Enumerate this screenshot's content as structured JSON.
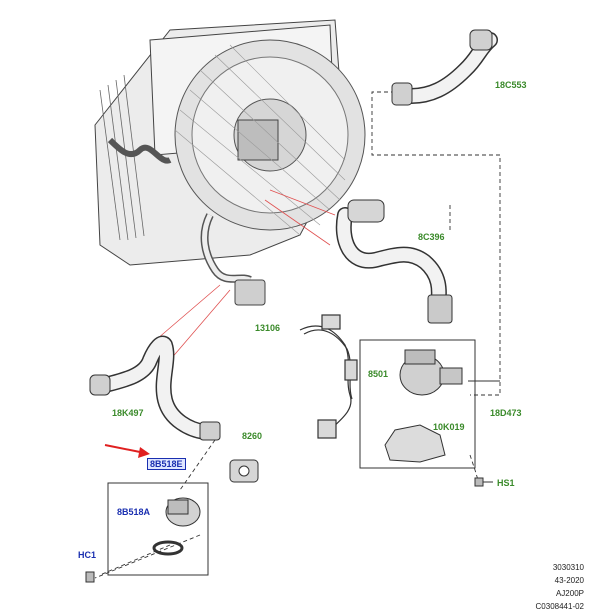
{
  "callouts": {
    "hose_upper": "18C553",
    "hose_mid": "8C396",
    "harness": "13106",
    "pump": "8501",
    "bracket_pump": "18D473",
    "bracket": "10K019",
    "screw_hs": "HS1",
    "hose_lower": "18K497",
    "clip": "8260",
    "assembly_highlight": "8B518E",
    "pump_aux": "8B518A",
    "screw_hc": "HC1"
  },
  "reference": {
    "line1": "3030310",
    "line2": "43-2020",
    "line3": "AJ200P",
    "line4": "C0308441-02"
  },
  "colors": {
    "callout_green": "#3a8a2a",
    "callout_blue": "#1a2fb0",
    "highlight_fill": "#dfe6ff",
    "pointer_arrow": "#e02020",
    "zoom_lines": "#e05050",
    "drawing_lines": "#333333",
    "drawing_fill": "#e9e9e9"
  }
}
